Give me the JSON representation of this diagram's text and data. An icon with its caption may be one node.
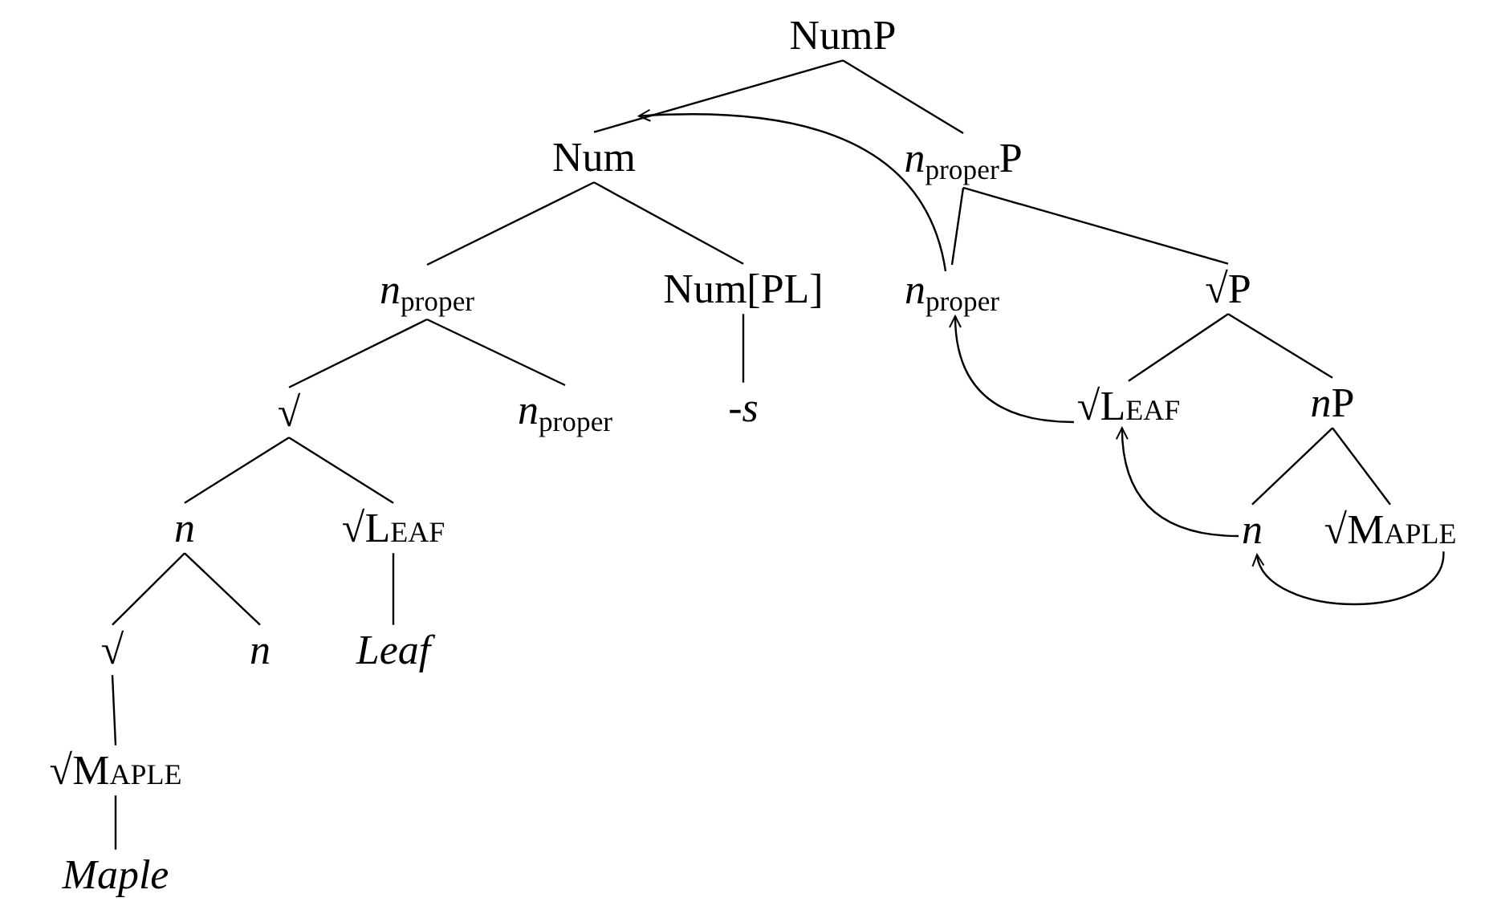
{
  "diagram": {
    "nodes": [
      {
        "text": [
          "NumP"
        ]
      },
      {
        "text": [
          "Num"
        ]
      },
      {
        "text": [
          "*n*$_{proper}$P"
        ]
      },
      {
        "text": [
          "*n*$_{proper}$"
        ]
      },
      {
        "text": [
          "Num[PL]"
        ]
      },
      {
        "text": [
          "*n*$_{proper}$"
        ]
      },
      {
        "text": [
          "√P"
        ]
      },
      {
        "text": [
          "√"
        ]
      },
      {
        "text": [
          "*n*$_{proper}$"
        ]
      },
      {
        "text": [
          "-*s*"
        ]
      },
      {
        "text": [
          "√Leaf"
        ]
      },
      {
        "text": [
          "nP"
        ]
      },
      {
        "text": [
          "n"
        ]
      },
      {
        "text": [
          "√Leaf"
        ]
      },
      {
        "text": [
          "n"
        ]
      },
      {
        "text": [
          "√Maple"
        ]
      },
      {
        "text": [
          "√"
        ]
      },
      {
        "text": [
          "n"
        ]
      },
      {
        "text": [
          "Leaf"
        ]
      },
      {
        "text": [
          "√Maple"
        ]
      },
      {
        "text": [
          "Maple"
        ]
      }
    ],
    "edges": [
      {
        "from": 0,
        "to": 1,
        "arrow": "none"
      },
      {
        "from": 0,
        "to": 2,
        "arrow": "none"
      },
      {
        "from": 1,
        "to": 3,
        "arrow": "none"
      },
      {
        "from": 1,
        "to": 4,
        "arrow": "none"
      },
      {
        "from": 2,
        "to": 5,
        "arrow": "none"
      },
      {
        "from": 2,
        "to": 6,
        "arrow": "none"
      },
      {
        "from": 3,
        "to": 7,
        "arrow": "none"
      },
      {
        "from": 3,
        "to": 8,
        "arrow": "none"
      },
      {
        "from": 4,
        "to": 9,
        "arrow": "none"
      },
      {
        "from": 6,
        "to": 10,
        "arrow": "none"
      },
      {
        "from": 6,
        "to": 11,
        "arrow": "none"
      },
      {
        "from": 7,
        "to": 12,
        "arrow": "none"
      },
      {
        "from": 7,
        "to": 13,
        "arrow": "none"
      },
      {
        "from": 11,
        "to": 14,
        "arrow": "none"
      },
      {
        "from": 11,
        "to": 15,
        "arrow": "none"
      },
      {
        "from": 12,
        "to": 16,
        "arrow": "none"
      },
      {
        "from": 12,
        "to": 17,
        "arrow": "none"
      },
      {
        "from": 13,
        "to": 18,
        "arrow": "none"
      },
      {
        "from": 16,
        "to": 19,
        "arrow": "none"
      },
      {
        "from": 19,
        "to": 20,
        "arrow": "none"
      },
      {
        "from": 5,
        "to": 1,
        "arrow": "to"
      },
      {
        "from": 10,
        "to": 5,
        "arrow": "to"
      },
      {
        "from": 14,
        "to": 10,
        "arrow": "to"
      },
      {
        "from": 15,
        "to": 14,
        "arrow": "to"
      }
    ]
  }
}
